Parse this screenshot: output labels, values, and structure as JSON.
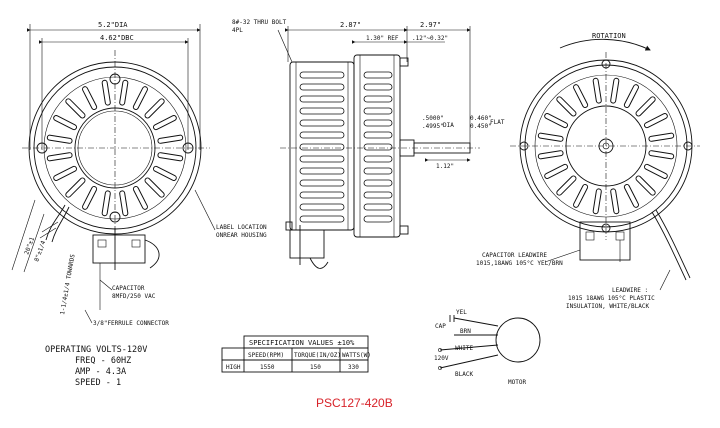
{
  "left_view": {
    "dim_outer": "5.2\"DIA",
    "dim_bolt_circle": "4.62\"DBC",
    "dim_lead_1": "20\"±1",
    "dim_lead_2": "8\"±1/4",
    "dim_lead_3": "1-1/4±1/4 TOWARDS",
    "capacitor_label_1": "CAPACITOR",
    "capacitor_label_2": "8MFD/250 VAC",
    "ferrule_label": "3/8\"FERRULE CONNECTOR",
    "label_location_1": "LABEL LOCATION",
    "label_location_2": "ONREAR HOUSING"
  },
  "side_view": {
    "thru_bolt_1": "8#-32 THRU BOLT",
    "thru_bolt_2": "4PL",
    "dim_body": "2.87\"",
    "dim_shaft_length": "2.97\"",
    "dim_ref": "1.30\" REF",
    "dim_tol": ".12\"~0.32\"",
    "dim_dia_1": ".5000\"",
    "dim_dia_2": ".4995\"",
    "dia_label": "DIA",
    "flat_1": "0.460\"",
    "flat_2": "0.450\"",
    "flat_label": "FLAT",
    "dim_flat_len": "1.12\""
  },
  "right_view": {
    "rotation": "ROTATION",
    "cap_leadwire_1": "CAPACITOR LEADWIRE",
    "cap_leadwire_2": "1015,18AWG 105°C YEL/BRN",
    "leadwire_1": "LEADWIRE :",
    "leadwire_2": "1015 18AWG 105°C PLASTIC",
    "leadwire_3": "INSULATION, WHITE/BLACK"
  },
  "operating": {
    "line1": "OPERATING VOLTS-120V",
    "line2": "FREQ - 60HZ",
    "line3": "AMP - 4.3A",
    "line4": "SPEED - 1"
  },
  "spec_table": {
    "title": "SPECIFICATION VALUES  ±10%",
    "headers": [
      "SPEED(RPM)",
      "TORQUE(IN/OZ)",
      "WATTS(W)"
    ],
    "row_label": "HIGH",
    "values": [
      "1550",
      "150",
      "330"
    ]
  },
  "wiring": {
    "cap": "CAP",
    "yel": "YEL",
    "brn": "BRN",
    "volt": "120V",
    "white": "WHITE",
    "black": "BLACK",
    "motor": "MOTOR"
  },
  "model": "PSC127-420B",
  "colors": {
    "model_text": "#d8232a",
    "line": "#111111"
  }
}
